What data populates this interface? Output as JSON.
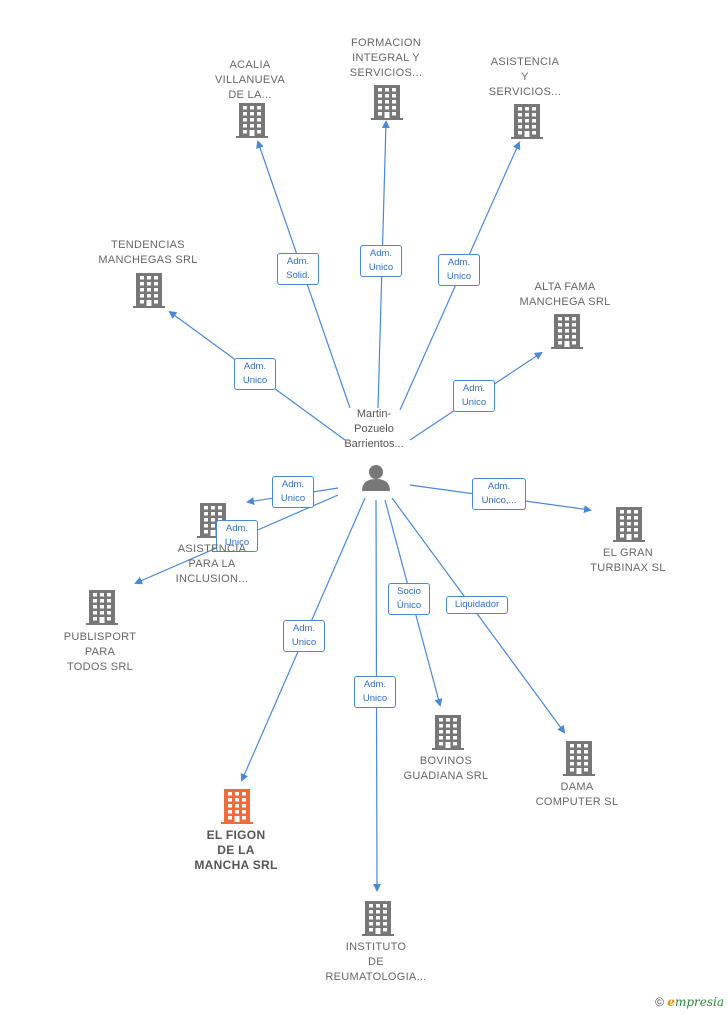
{
  "center_person": {
    "label": "Martin-\nPozuelo\nBarrientos...",
    "icon": "person-icon"
  },
  "companies": [
    {
      "id": "acalia",
      "label": "ACALIA\nVILLANUEVA\nDE LA...",
      "icon": "building-icon",
      "color": "#777777"
    },
    {
      "id": "formacion",
      "label": "FORMACION\nINTEGRAL Y\nSERVICIOS...",
      "icon": "building-icon",
      "color": "#777777"
    },
    {
      "id": "asistencia-servicios",
      "label": "ASISTENCIA\nY\nSERVICIOS...",
      "icon": "building-icon",
      "color": "#777777"
    },
    {
      "id": "tendencias",
      "label": "TENDENCIAS\nMANCHEGAS SRL",
      "icon": "building-icon",
      "color": "#777777"
    },
    {
      "id": "alta-fama",
      "label": "ALTA FAMA\nMANCHEGA SRL",
      "icon": "building-icon",
      "color": "#777777"
    },
    {
      "id": "asistencia-inclusion",
      "label": "ASISTENCIA\nPARA LA\nINCLUSION...",
      "icon": "building-icon",
      "color": "#777777"
    },
    {
      "id": "el-gran-turbinax",
      "label": "EL GRAN\nTURBINAX SL",
      "icon": "building-icon",
      "color": "#777777"
    },
    {
      "id": "publisport",
      "label": "PUBLISPORT\nPARA\nTODOS SRL",
      "icon": "building-icon",
      "color": "#777777"
    },
    {
      "id": "bovinos",
      "label": "BOVINOS\nGUADIANA SRL",
      "icon": "building-icon",
      "color": "#777777"
    },
    {
      "id": "dama",
      "label": "DAMA\nCOMPUTER SL",
      "icon": "building-icon",
      "color": "#777777"
    },
    {
      "id": "el-figon",
      "label": "EL FIGON\nDE LA\nMANCHA SRL",
      "icon": "building-icon",
      "color": "#f26a3b",
      "highlight": true
    },
    {
      "id": "instituto",
      "label": "INSTITUTO\nDE\nREUMATOLOGIA...",
      "icon": "building-icon",
      "color": "#777777"
    }
  ],
  "edges": [
    {
      "to": "acalia",
      "label": "Adm.\nSolid."
    },
    {
      "to": "formacion",
      "label": "Adm.\nUnico"
    },
    {
      "to": "asistencia-servicios",
      "label": "Adm.\nUnico"
    },
    {
      "to": "tendencias",
      "label": "Adm.\nUnico"
    },
    {
      "to": "alta-fama",
      "label": "Adm.\nUnico"
    },
    {
      "to": "asistencia-inclusion",
      "label": "Adm.\nUnico"
    },
    {
      "to": "el-gran-turbinax",
      "label": "Adm.\nUnico,..."
    },
    {
      "to": "publisport",
      "label": "Adm.\nUnico"
    },
    {
      "to": "bovinos",
      "label": "Socio\nÚnico"
    },
    {
      "to": "dama",
      "label": "Liquidador"
    },
    {
      "to": "el-figon",
      "label": "Adm.\nUnico"
    },
    {
      "to": "instituto",
      "label": "Adm.\nUnico"
    }
  ],
  "colors": {
    "edge": "#4a88d8",
    "building": "#777777",
    "highlight": "#f26a3b",
    "person": "#777777"
  },
  "footer": {
    "copyright": "©",
    "brand_first": "e",
    "brand_rest": "mpresia"
  }
}
